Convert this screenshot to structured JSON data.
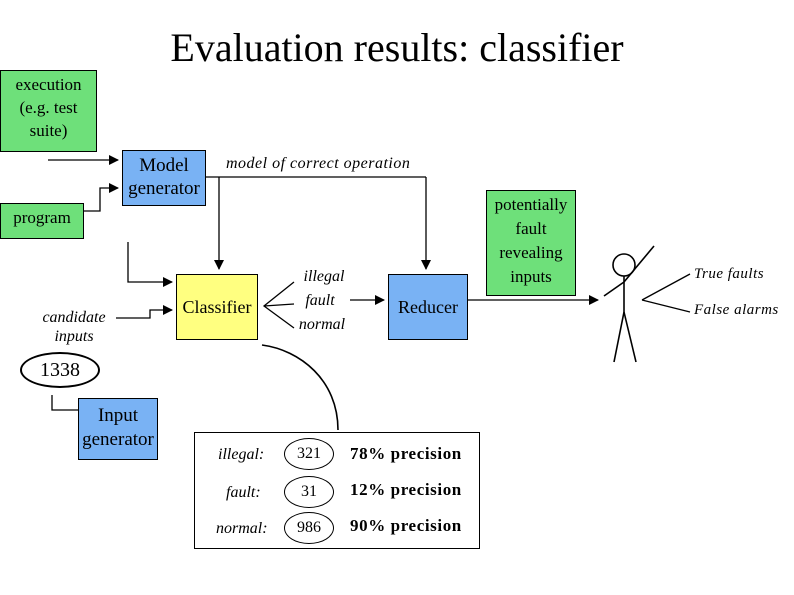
{
  "title": "Evaluation results: classifier",
  "colors": {
    "note_green": "#6ee07a",
    "process_blue": "#79b2f4",
    "classifier_yellow": "#ffff80"
  },
  "notes": {
    "execution": [
      "execution",
      "(e.g. test",
      "suite)"
    ],
    "program": "program",
    "potentially": [
      "potentially",
      "fault",
      "revealing",
      "inputs"
    ]
  },
  "boxes": {
    "model_generator": [
      "Model",
      "generator"
    ],
    "classifier": "Classifier",
    "reducer": "Reducer",
    "input_generator": [
      "Input",
      "generator"
    ]
  },
  "labels": {
    "model_of_correct_operation": "model of correct operation",
    "candidate_inputs": [
      "candidate",
      "inputs"
    ],
    "candidate_count": "1338",
    "class_illegal": "illegal",
    "class_fault": "fault",
    "class_normal": "normal",
    "true_faults": "True faults",
    "false_alarms": "False alarms"
  },
  "results": [
    {
      "label": "illegal:",
      "count": "321",
      "precision": "78% precision"
    },
    {
      "label": "fault:",
      "count": "31",
      "precision": "12% precision"
    },
    {
      "label": "normal:",
      "count": "986",
      "precision": "90% precision"
    }
  ]
}
